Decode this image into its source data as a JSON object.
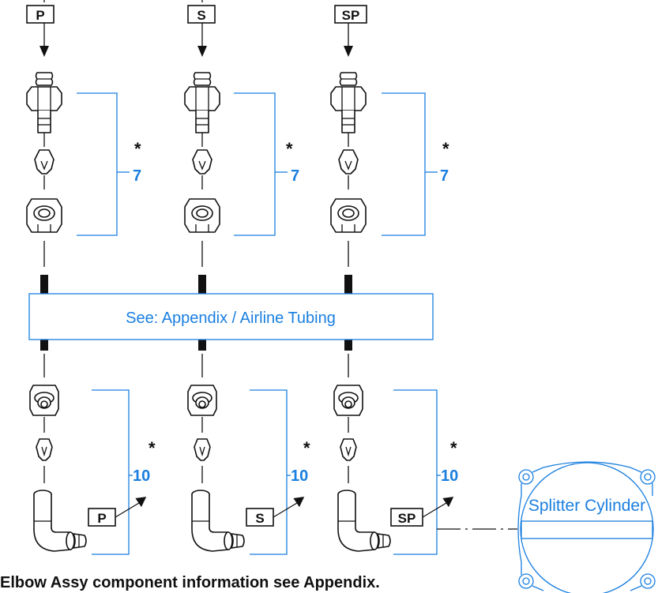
{
  "columns": [
    {
      "id": "p",
      "top_label": "P",
      "bottom_label": "P",
      "upper_callout": "7",
      "lower_callout": "10",
      "asterisk": "*"
    },
    {
      "id": "s",
      "top_label": "S",
      "bottom_label": "S",
      "upper_callout": "7",
      "lower_callout": "10",
      "asterisk": "*"
    },
    {
      "id": "sp",
      "top_label": "SP",
      "bottom_label": "SP",
      "upper_callout": "7",
      "lower_callout": "10",
      "asterisk": "*"
    }
  ],
  "tubing_banner": {
    "text": "See: Appendix / Airline Tubing"
  },
  "splitter": {
    "label": "Splitter Cylinder"
  },
  "footer_note": "Elbow Assy component information see Appendix.",
  "colors": {
    "accent": "#1a7fe0",
    "ink": "#111111",
    "banner_fill": "#ffffff"
  }
}
